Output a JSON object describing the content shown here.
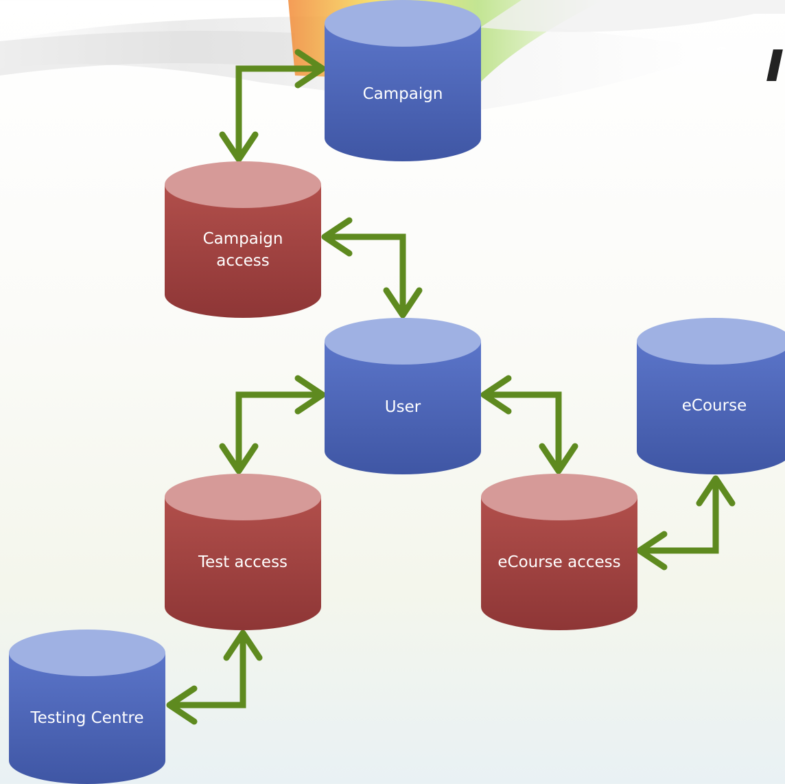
{
  "diagram": {
    "nodes": [
      {
        "id": "campaign",
        "label": "Campaign",
        "kind": "entity"
      },
      {
        "id": "campaign_access",
        "label": "Campaign\naccess",
        "kind": "link"
      },
      {
        "id": "user",
        "label": "User",
        "kind": "entity"
      },
      {
        "id": "ecourse",
        "label": "eCourse",
        "kind": "entity"
      },
      {
        "id": "test_access",
        "label": "Test access",
        "kind": "link"
      },
      {
        "id": "ecourse_access",
        "label": "eCourse access",
        "kind": "link"
      },
      {
        "id": "testing_centre",
        "label": "Testing Centre",
        "kind": "entity"
      }
    ],
    "edges": [
      {
        "from": "campaign",
        "to": "campaign_access",
        "type": "bidirectional"
      },
      {
        "from": "campaign_access",
        "to": "user",
        "type": "bidirectional"
      },
      {
        "from": "user",
        "to": "test_access",
        "type": "bidirectional"
      },
      {
        "from": "user",
        "to": "ecourse_access",
        "type": "bidirectional"
      },
      {
        "from": "ecourse_access",
        "to": "ecourse",
        "type": "bidirectional"
      },
      {
        "from": "test_access",
        "to": "testing_centre",
        "type": "bidirectional"
      }
    ],
    "colors": {
      "entity_top": "#9fb1e3",
      "entity_side_light": "#5b75c9",
      "entity_side_dark": "#3f56a4",
      "link_top": "#d69a98",
      "link_side_light": "#b14f4b",
      "link_side_dark": "#8e3636",
      "arrow": "#5e8a1f"
    }
  }
}
